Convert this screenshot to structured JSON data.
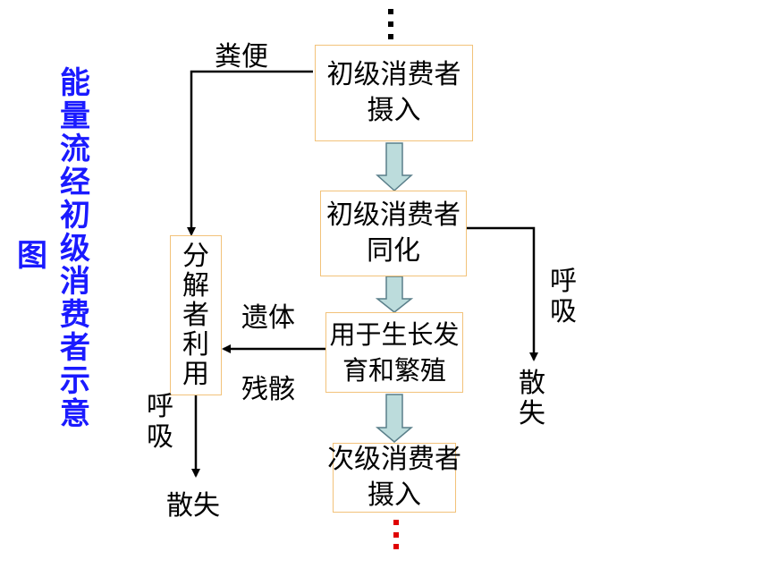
{
  "title": {
    "left_char": "图",
    "main": "能量流经初级消费者示意"
  },
  "boxes": {
    "ingest": "初级消费者摄入",
    "assimilate": "初级消费者同化",
    "growth": "用于生长发育和繁殖",
    "secondary": "次级消费者摄入",
    "decomposer": "分解者利用"
  },
  "labels": {
    "feces": "粪便",
    "remains": "遗体",
    "residue": "残骸",
    "respiration_right": "呼吸",
    "lost_right": "散失",
    "respiration_left": "呼吸",
    "lost_left": "散失"
  },
  "colors": {
    "title": "#1a1aff",
    "box_border": "#f2c27a",
    "block_arrow": "#bcdcdc",
    "top_dots": "#000000",
    "bottom_dots": "#e00000"
  }
}
